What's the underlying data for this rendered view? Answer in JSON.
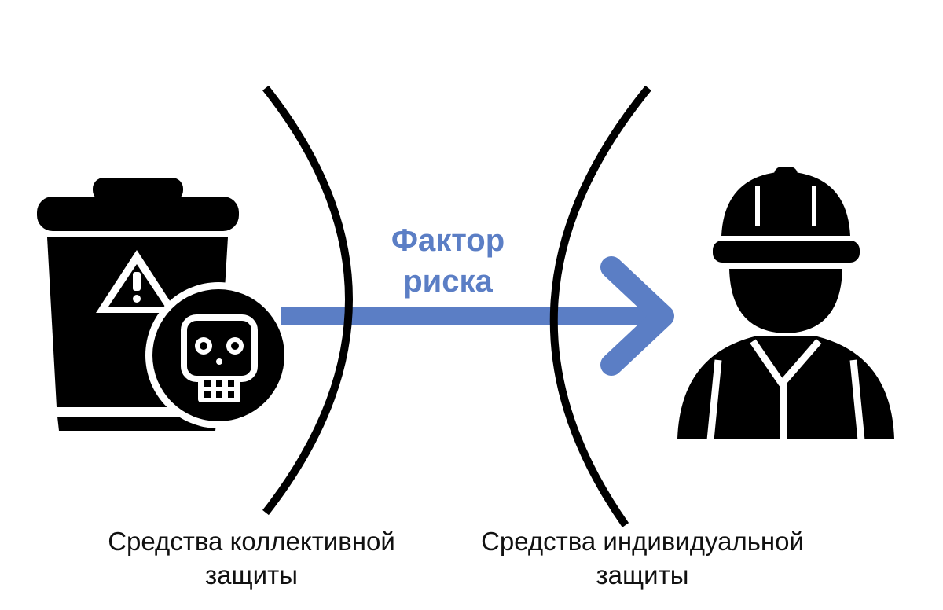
{
  "risk_factor": {
    "line1": "Фактор",
    "line2": "риска"
  },
  "captions": {
    "collective": {
      "line1": "Средства коллективной",
      "line2": "защиты"
    },
    "individual": {
      "line1": "Средства индивидуальной",
      "line2": "защиты"
    }
  },
  "colors": {
    "accent": "#5b7ec5",
    "ink": "#000000"
  },
  "icons": {
    "source": "hazardous-waste-bin-icon",
    "badge": "skull-icon",
    "warning": "warning-triangle-icon",
    "target": "worker-icon"
  }
}
